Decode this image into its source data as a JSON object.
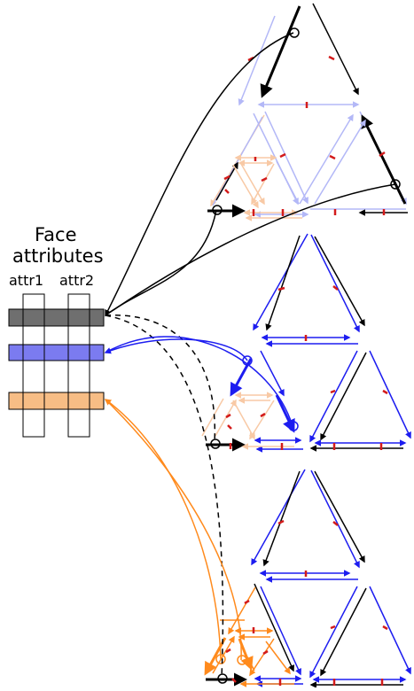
{
  "title": {
    "line1": "Face",
    "line2": "attributes"
  },
  "attributes": [
    "attr1",
    "attr2"
  ],
  "colors": {
    "row_gray": "#6f6f6f",
    "row_blue": "#7b7bf0",
    "row_orange": "#f7bd85",
    "edge_black": "#000000",
    "edge_blue": "#1d1df0",
    "edge_orange": "#ff8a1c",
    "edge_light_blue": "#b3b8f7",
    "edge_light_orange": "#f8c9a5",
    "tick_red": "#d31b1b"
  },
  "rows": [
    {
      "color_key": "row_gray"
    },
    {
      "color_key": "row_blue"
    },
    {
      "color_key": "row_orange"
    }
  ]
}
